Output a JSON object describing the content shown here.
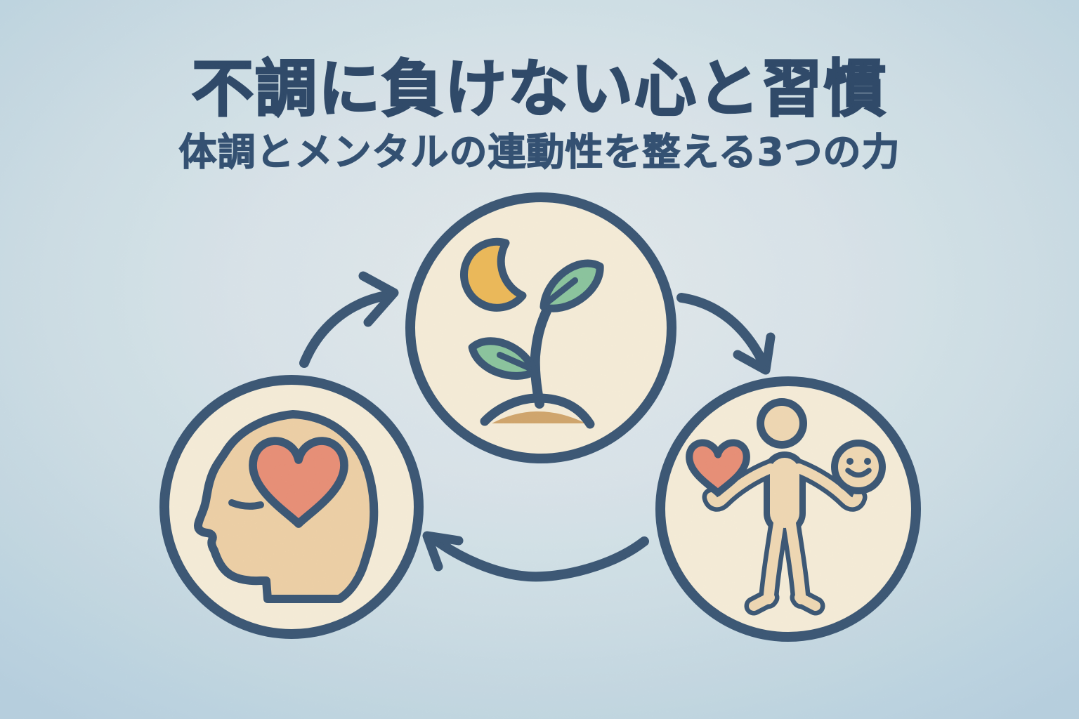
{
  "title": {
    "main": "不調に負けない心と習慣",
    "subtitle": "体調とメンタルの連動性を整える3つの力"
  },
  "diagram": {
    "type": "cycle",
    "nodes": [
      {
        "position": "top",
        "icon": "seedling-moon-icon"
      },
      {
        "position": "left",
        "icon": "head-heart-icon"
      },
      {
        "position": "right",
        "icon": "person-heart-smiley-icon"
      }
    ],
    "arrows": [
      {
        "from": "left",
        "to": "top"
      },
      {
        "from": "top",
        "to": "right"
      },
      {
        "from": "right",
        "to": "left"
      }
    ]
  },
  "colors": {
    "background_light": "#e9f1f4",
    "background_edge": "#b7d4e5",
    "outline_navy": "#2b4b6d",
    "title_navy": "#1d3b60",
    "circle_fill": "#fdf4dd",
    "skin_peach": "#f5d4a5",
    "heart_coral": "#ef8a70",
    "leaf_green": "#85c69c",
    "moon_yellow": "#f3b94f",
    "soil_tan": "#d5a465"
  }
}
